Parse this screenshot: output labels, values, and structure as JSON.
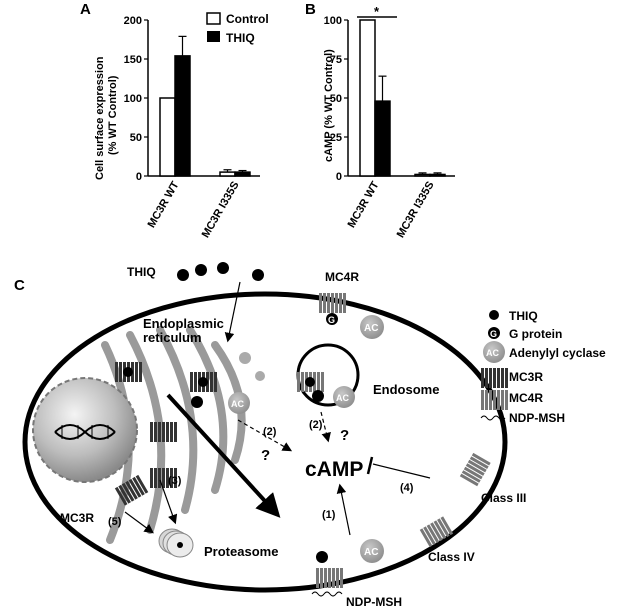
{
  "panels": {
    "a": {
      "letter": "A"
    },
    "b": {
      "letter": "B"
    },
    "c": {
      "letter": "C"
    }
  },
  "chart_data": [
    {
      "type": "bar",
      "panel": "A",
      "categories": [
        "MC3R WT",
        "MC3R I335S"
      ],
      "series": [
        {
          "name": "Control",
          "values": [
            100,
            5
          ],
          "errors": [
            0,
            3
          ],
          "color": "#ffffff"
        },
        {
          "name": "THIQ",
          "values": [
            154,
            5
          ],
          "errors": [
            25,
            2
          ],
          "color": "#000000"
        }
      ],
      "ylabel": "Cell surface expression\n(% WT Control)",
      "ylabel_lines": [
        "Cell surface expression",
        "(% WT Control)"
      ],
      "ylim": [
        0,
        200
      ],
      "yticks": [
        0,
        50,
        100,
        150,
        200
      ],
      "legend": "top-right",
      "grid": false
    },
    {
      "type": "bar",
      "panel": "B",
      "categories": [
        "MC3R WT",
        "MC3R I335S"
      ],
      "series": [
        {
          "name": "Control",
          "values": [
            100,
            1
          ],
          "errors": [
            0,
            1
          ],
          "color": "#ffffff"
        },
        {
          "name": "THIQ",
          "values": [
            48,
            1
          ],
          "errors": [
            16,
            1
          ],
          "color": "#000000"
        }
      ],
      "ylabel": "cAMP (% WT Control)",
      "ylim": [
        0,
        100
      ],
      "yticks": [
        0,
        25,
        50,
        75,
        100
      ],
      "annotations": [
        "*"
      ],
      "grid": false
    }
  ],
  "legend": {
    "control": "Control",
    "thiq": "THIQ"
  },
  "diagram": {
    "labels": {
      "thiq": "THIQ",
      "mc4r_top": "MC4R",
      "er_line1": "Endoplasmic",
      "er_line2": "reticulum",
      "endosome": "Endosome",
      "camp": "cAMP",
      "mc3r": "MC3R",
      "proteasome": "Proteasome",
      "class3": "Class III",
      "class4": "Class IV",
      "ndp_msh_bottom": "NDP-MSH",
      "ac": "AC",
      "g": "G",
      "q1": "?",
      "q2": "?",
      "step1": "(1)",
      "step2a": "(2)",
      "step2b": "(2)",
      "step3": "(3)",
      "step4": "(4)",
      "step5": "(5)"
    },
    "key": [
      {
        "icon": "thiq-icon",
        "label": "THIQ"
      },
      {
        "icon": "g-protein-icon",
        "label": "G protein"
      },
      {
        "icon": "adenylyl-cyclase-icon",
        "label": "Adenylyl cyclase"
      },
      {
        "icon": "mc3r-icon",
        "label": "MC3R"
      },
      {
        "icon": "mc4r-icon",
        "label": "MC4R"
      },
      {
        "icon": "ndp-msh-icon",
        "label": "NDP-MSH"
      }
    ]
  }
}
